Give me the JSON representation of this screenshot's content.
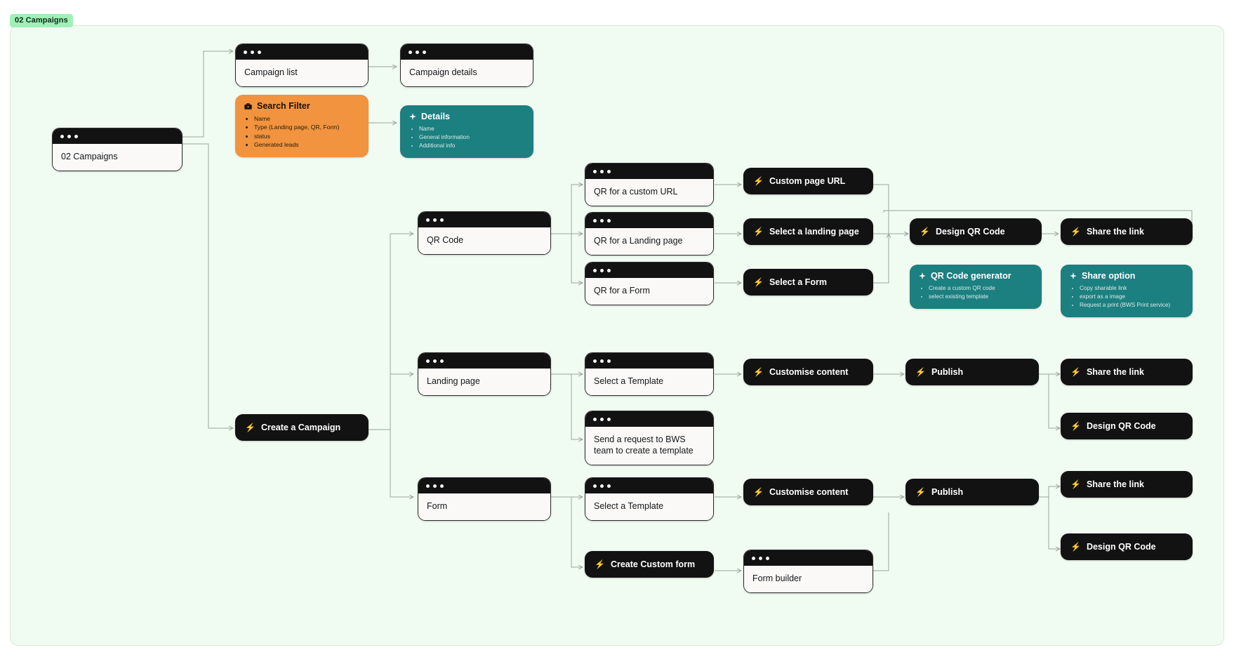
{
  "canvas": {
    "label": "02 Campaigns",
    "accent_green": "#9ef0b8",
    "background": "#f0fbf2",
    "dark": "#121212",
    "orange": "#f1933f",
    "teal": "#1c7f80"
  },
  "nodes": {
    "root": {
      "title": "02 Campaigns"
    },
    "campaign_list": {
      "title": "Campaign list"
    },
    "campaign_details": {
      "title": "Campaign details"
    },
    "search_filter": {
      "title": "Search Filter",
      "icon": "toolbox-icon",
      "items": [
        "Name",
        "Type (Landing page, QR, Form)",
        "status",
        "Generated leads"
      ]
    },
    "details": {
      "title": "Details",
      "icon": "sparkle-icon",
      "items": [
        "Name",
        "General information",
        "Additional info"
      ]
    },
    "create_campaign": {
      "title": "Create a Campaign",
      "icon": "bolt-icon"
    },
    "qr_code": {
      "title": "QR Code"
    },
    "qr_custom_url": {
      "title": "QR for a custom URL"
    },
    "qr_landing_page": {
      "title": "QR  for a Landing page"
    },
    "qr_form": {
      "title": "QR for a Form"
    },
    "custom_page_url": {
      "title": "Custom page URL",
      "icon": "bolt-icon"
    },
    "select_landing": {
      "title": "Select a landing page",
      "icon": "bolt-icon"
    },
    "select_form": {
      "title": "Select a Form",
      "icon": "bolt-icon"
    },
    "design_qr_1": {
      "title": "Design QR Code",
      "icon": "bolt-icon"
    },
    "share_link_1": {
      "title": "Share the link",
      "icon": "bolt-icon"
    },
    "qr_generator": {
      "title": "QR Code generator",
      "icon": "sparkle-icon",
      "items": [
        "Create a custom QR code",
        "select existing template"
      ]
    },
    "share_option": {
      "title": "Share option",
      "icon": "sparkle-icon",
      "items": [
        "Copy sharable link",
        "export as a image",
        "Request a print (BWS Print service)"
      ]
    },
    "landing_page": {
      "title": "Landing page"
    },
    "select_template_1": {
      "title": "Select a Template"
    },
    "bws_request": {
      "title": "Send a request to BWS team to create a template"
    },
    "customise_1": {
      "title": "Customise content",
      "icon": "bolt-icon"
    },
    "publish_1": {
      "title": "Publish",
      "icon": "bolt-icon"
    },
    "share_link_2": {
      "title": "Share the link",
      "icon": "bolt-icon"
    },
    "design_qr_2": {
      "title": "Design QR Code",
      "icon": "bolt-icon"
    },
    "form": {
      "title": "Form"
    },
    "select_template_2": {
      "title": "Select a Template"
    },
    "create_custom_form": {
      "title": "Create Custom form",
      "icon": "bolt-icon"
    },
    "form_builder": {
      "title": "Form builder"
    },
    "customise_2": {
      "title": "Customise content",
      "icon": "bolt-icon"
    },
    "publish_2": {
      "title": "Publish",
      "icon": "bolt-icon"
    },
    "share_link_3": {
      "title": "Share the link",
      "icon": "bolt-icon"
    },
    "design_qr_3": {
      "title": "Design QR Code",
      "icon": "bolt-icon"
    }
  }
}
